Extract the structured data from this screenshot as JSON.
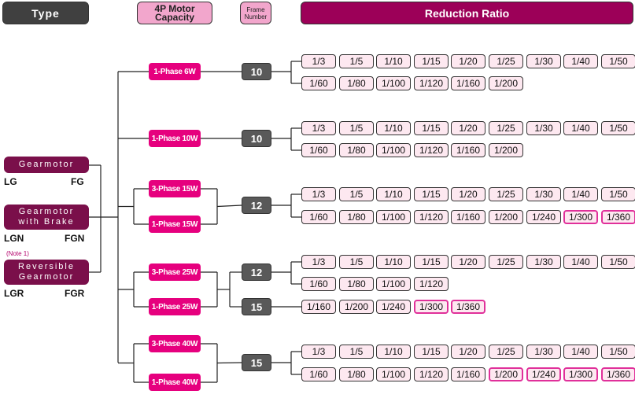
{
  "headers": {
    "type": "Type",
    "capacity": "4P Motor\nCapacity",
    "frame": "Frame\nNumber",
    "ratio": "Reduction Ratio"
  },
  "types": [
    {
      "label": "Gearmotor",
      "code_left": "LG",
      "code_right": "FG"
    },
    {
      "label": "Gearmotor\nwith Brake",
      "code_left": "LGN",
      "code_right": "FGN"
    },
    {
      "label": "Reversible\nGearmotor",
      "code_left": "LGR",
      "code_right": "FGR",
      "note": "(Note 1)"
    }
  ],
  "groups": [
    {
      "motors": [
        "1-Phase 6W"
      ],
      "frames": [
        {
          "number": "10",
          "rows": [
            [
              {
                "r": "1/3"
              },
              {
                "r": "1/5"
              },
              {
                "r": "1/10"
              },
              {
                "r": "1/15"
              },
              {
                "r": "1/20"
              },
              {
                "r": "1/25"
              },
              {
                "r": "1/30"
              },
              {
                "r": "1/40"
              },
              {
                "r": "1/50"
              }
            ],
            [
              {
                "r": "1/60"
              },
              {
                "r": "1/80"
              },
              {
                "r": "1/100"
              },
              {
                "r": "1/120"
              },
              {
                "r": "1/160"
              },
              {
                "r": "1/200"
              }
            ]
          ]
        }
      ]
    },
    {
      "motors": [
        "1-Phase 10W"
      ],
      "frames": [
        {
          "number": "10",
          "rows": [
            [
              {
                "r": "1/3"
              },
              {
                "r": "1/5"
              },
              {
                "r": "1/10"
              },
              {
                "r": "1/15"
              },
              {
                "r": "1/20"
              },
              {
                "r": "1/25"
              },
              {
                "r": "1/30"
              },
              {
                "r": "1/40"
              },
              {
                "r": "1/50"
              }
            ],
            [
              {
                "r": "1/60"
              },
              {
                "r": "1/80"
              },
              {
                "r": "1/100"
              },
              {
                "r": "1/120"
              },
              {
                "r": "1/160"
              },
              {
                "r": "1/200"
              }
            ]
          ]
        }
      ]
    },
    {
      "motors": [
        "3-Phase 15W",
        "1-Phase 15W"
      ],
      "frames": [
        {
          "number": "12",
          "rows": [
            [
              {
                "r": "1/3"
              },
              {
                "r": "1/5"
              },
              {
                "r": "1/10"
              },
              {
                "r": "1/15"
              },
              {
                "r": "1/20"
              },
              {
                "r": "1/25"
              },
              {
                "r": "1/30"
              },
              {
                "r": "1/40"
              },
              {
                "r": "1/50"
              }
            ],
            [
              {
                "r": "1/60"
              },
              {
                "r": "1/80"
              },
              {
                "r": "1/100"
              },
              {
                "r": "1/120"
              },
              {
                "r": "1/160"
              },
              {
                "r": "1/200"
              },
              {
                "r": "1/240"
              },
              {
                "r": "1/300",
                "hl": true
              },
              {
                "r": "1/360",
                "hl": true
              }
            ]
          ]
        }
      ]
    },
    {
      "motors": [
        "3-Phase 25W",
        "1-Phase 25W"
      ],
      "frames": [
        {
          "number": "12",
          "rows": [
            [
              {
                "r": "1/3"
              },
              {
                "r": "1/5"
              },
              {
                "r": "1/10"
              },
              {
                "r": "1/15"
              },
              {
                "r": "1/20"
              },
              {
                "r": "1/25"
              },
              {
                "r": "1/30"
              },
              {
                "r": "1/40"
              },
              {
                "r": "1/50"
              }
            ],
            [
              {
                "r": "1/60"
              },
              {
                "r": "1/80"
              },
              {
                "r": "1/100"
              },
              {
                "r": "1/120"
              }
            ]
          ]
        },
        {
          "number": "15",
          "rows": [
            [
              {
                "r": "1/160"
              },
              {
                "r": "1/200"
              },
              {
                "r": "1/240"
              },
              {
                "r": "1/300",
                "hl": true
              },
              {
                "r": "1/360",
                "hl": true
              }
            ]
          ]
        }
      ]
    },
    {
      "motors": [
        "3-Phase 40W",
        "1-Phase 40W"
      ],
      "frames": [
        {
          "number": "15",
          "rows": [
            [
              {
                "r": "1/3"
              },
              {
                "r": "1/5"
              },
              {
                "r": "1/10"
              },
              {
                "r": "1/15"
              },
              {
                "r": "1/20"
              },
              {
                "r": "1/25"
              },
              {
                "r": "1/30"
              },
              {
                "r": "1/40"
              },
              {
                "r": "1/50"
              }
            ],
            [
              {
                "r": "1/60"
              },
              {
                "r": "1/80"
              },
              {
                "r": "1/100"
              },
              {
                "r": "1/120"
              },
              {
                "r": "1/160"
              },
              {
                "r": "1/200",
                "hl": true
              },
              {
                "r": "1/240",
                "hl": true
              },
              {
                "r": "1/300",
                "hl": true
              },
              {
                "r": "1/360",
                "hl": true
              }
            ]
          ]
        }
      ]
    }
  ],
  "legend_note": {
    "highlight_color": "#e0309a",
    "ratio_fill": "#fde8f0",
    "motor_color": "#e6007e",
    "header_color": "#9c0058"
  }
}
